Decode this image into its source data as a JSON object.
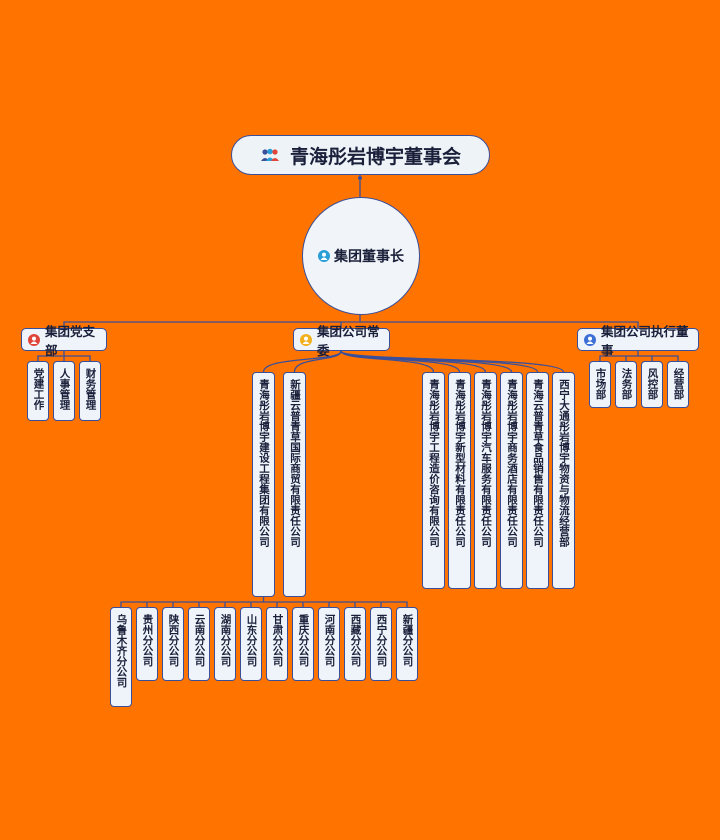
{
  "root": {
    "title": "青海彤岩博宇董事会",
    "icon": "people-icon"
  },
  "chairman": {
    "title": "集团董事长",
    "icon": "person-icon",
    "color": "#2a9fd6"
  },
  "branches": {
    "party": {
      "title": "集团党支部",
      "icon": "person-icon",
      "color": "#e0453a",
      "children": [
        "党建工作",
        "人事管理",
        "财务管理"
      ]
    },
    "standing": {
      "title": "集团公司常委",
      "icon": "person-icon",
      "color": "#f2b01e",
      "children": [
        "青海彤岩博宇建设工程集团有限公司",
        "新疆云普青草国际商贸有限责任公司",
        "青海彤岩博宇工程造价咨询有限公司",
        "青海彤岩博宇新型材料有限责任公司",
        "青海彤岩博宇汽车服务有限责任公司",
        "青海彤岩博宇商务酒店有限责任公司",
        "青海云普青草食品销售有限责任公司",
        "西宁大通彤岩博宇物资与物流经营部"
      ],
      "sub_branches": [
        "乌鲁木齐分公司",
        "贵州分公司",
        "陕西分公司",
        "云南分公司",
        "湖南分公司",
        "山东分公司",
        "甘肃分公司",
        "重庆分公司",
        "河南分公司",
        "西藏分公司",
        "西宁分公司",
        "新疆分公司"
      ]
    },
    "executive": {
      "title": "集团公司执行董事",
      "icon": "person-icon",
      "color": "#3b6fd6",
      "children": [
        "市场部",
        "法务部",
        "风控部",
        "经营部"
      ]
    }
  },
  "colors": {
    "background": "#ff7300",
    "line": "#3a4f9a",
    "node_fill": "#eef4fa"
  }
}
